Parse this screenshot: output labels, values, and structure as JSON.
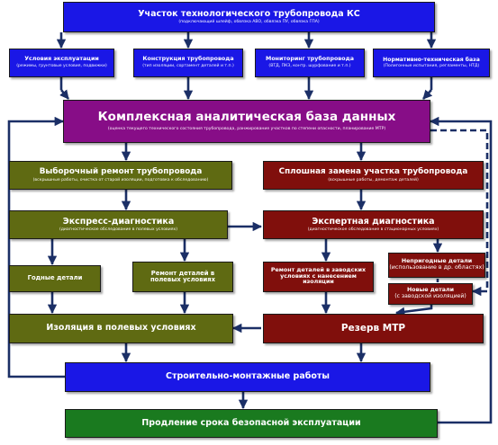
{
  "top": {
    "title": "Участок технологического трубопровода КС",
    "sub": "(подключающий шлейф, обвязка АВО, обвязка ПУ, обвязка ГПА)"
  },
  "row1": [
    {
      "title": "Условия эксплуатации",
      "sub": "(режимы, грунтовые условия, подвижки)"
    },
    {
      "title": "Конструкция трубопровода",
      "sub": "(тип изоляции, сортамент деталей и т.п.)"
    },
    {
      "title": "Мониторинг трубопровода",
      "sub": "(ВТД, ПКЗ, контр. шурфование и т.п.)"
    },
    {
      "title": "Нормативно-техническая база",
      "sub": "(Полигонные испытания, регламенты, НТД)"
    }
  ],
  "database": {
    "title": "Комплексная аналитическая база данных",
    "sub": "(оценка текущего технического состояния трубопровода, ранжирование участков по степени опасности, планирование МТР)"
  },
  "selective": {
    "title": "Выборочный ремонт трубопровода",
    "sub": "(вскрышные работы, очистка от старой изоляции, подготовка к обследованию)"
  },
  "full": {
    "title": "Сплошная замена участка трубопровода",
    "sub": "(вскрышные работы, демонтаж деталей)"
  },
  "express": {
    "title": "Экспресс-диагностика",
    "sub": "(диагностическое обследование в полевых условиях)"
  },
  "expert": {
    "title": "Экспертная диагностика",
    "sub": "(диагностическое обследование в стационарных условиях)"
  },
  "good": {
    "title": "Годные детали"
  },
  "field_repair": {
    "title": "Ремонт деталей в полевых условиях"
  },
  "factory_repair": {
    "title": "Ремонт деталей в заводских условиях с нанесением изоляции"
  },
  "unfit": {
    "title": "Непригодные детали",
    "sub": "(использование в др. областях)"
  },
  "new_parts": {
    "title": "Новые детали",
    "sub": "(с заводской изоляцией)"
  },
  "isolation": {
    "title": "Изоляция в полевых условиях"
  },
  "reserve": {
    "title": "Резерв МТР"
  },
  "construction": {
    "title": "Строительно-монтажные работы"
  },
  "extension": {
    "title": "Продление срока безопасной эксплуатации"
  },
  "colors": {
    "blue": "#1a17e6",
    "purple": "#870d87",
    "olive": "#5f6a12",
    "maroon": "#800f0c",
    "green": "#1a7a1f",
    "line": "#1b2f66"
  }
}
